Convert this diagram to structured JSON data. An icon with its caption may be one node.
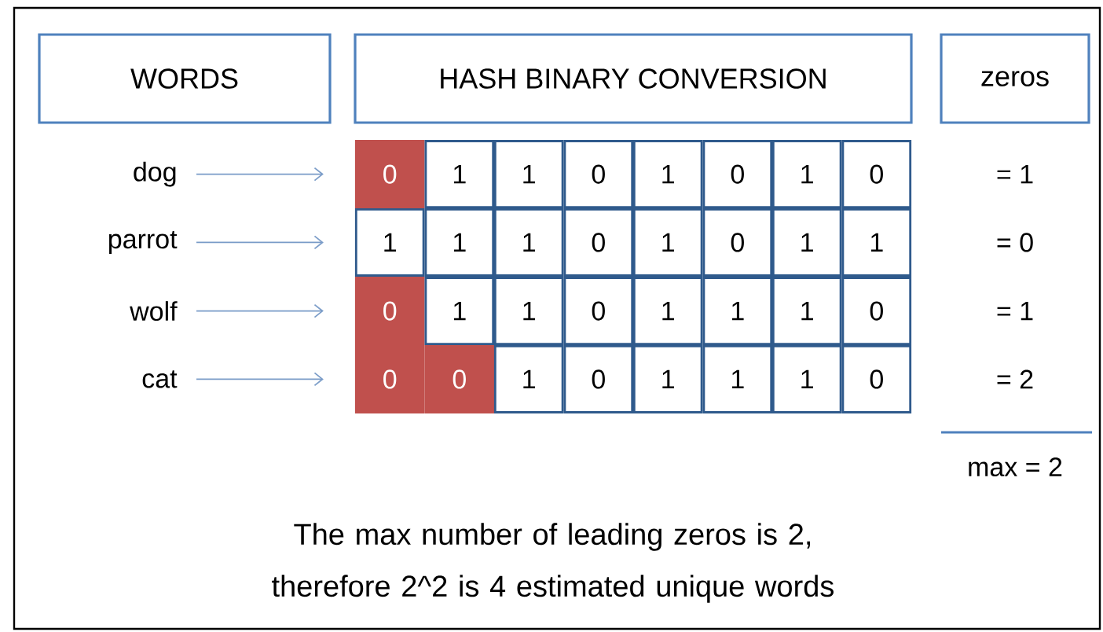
{
  "diagram": {
    "caption": "The max number of leading zeros is 2, therefore 2^2 is 4 estimated unique words",
    "nodes": [
      {
        "text": [
          "WORDS"
        ]
      },
      {
        "text": [
          "HASH BINARY CONVERSION"
        ]
      },
      {
        "text": [
          "zeros"
        ]
      },
      {
        "text": [
          "dog"
        ]
      },
      {
        "text": [
          "0"
        ]
      },
      {
        "text": [
          "1"
        ]
      },
      {
        "text": [
          "1"
        ]
      },
      {
        "text": [
          "0"
        ]
      },
      {
        "text": [
          "1"
        ]
      },
      {
        "text": [
          "0"
        ]
      },
      {
        "text": [
          "1"
        ]
      },
      {
        "text": [
          "0"
        ]
      },
      {
        "text": [
          "parrot"
        ]
      },
      {
        "text": [
          "1"
        ]
      },
      {
        "text": [
          "1"
        ]
      },
      {
        "text": [
          "1"
        ]
      },
      {
        "text": [
          "0"
        ]
      },
      {
        "text": [
          "1"
        ]
      },
      {
        "text": [
          "0"
        ]
      },
      {
        "text": [
          "1"
        ]
      },
      {
        "text": [
          "1"
        ]
      },
      {
        "text": [
          "wolf"
        ]
      },
      {
        "text": [
          "0"
        ]
      },
      {
        "text": [
          "1"
        ]
      },
      {
        "text": [
          "1"
        ]
      },
      {
        "text": [
          "0"
        ]
      },
      {
        "text": [
          "1"
        ]
      },
      {
        "text": [
          "1"
        ]
      },
      {
        "text": [
          "1"
        ]
      },
      {
        "text": [
          "0"
        ]
      },
      {
        "text": [
          "cat"
        ]
      },
      {
        "text": [
          "0"
        ]
      },
      {
        "text": [
          "0"
        ]
      },
      {
        "text": [
          "1"
        ]
      },
      {
        "text": [
          "0"
        ]
      },
      {
        "text": [
          "1"
        ]
      },
      {
        "text": [
          "1"
        ]
      },
      {
        "text": [
          "1"
        ]
      },
      {
        "text": [
          "0"
        ]
      }
    ],
    "edges": [
      {
        "from": 3,
        "to": 4,
        "arrow": "to"
      },
      {
        "from": 12,
        "to": 13,
        "arrow": "to"
      },
      {
        "from": 21,
        "to": 22,
        "arrow": "to"
      },
      {
        "from": 30,
        "to": 31,
        "arrow": "to"
      }
    ],
    "labels": [
      "= 1",
      "= 0",
      "= 1",
      "= 2",
      "max = 2"
    ]
  }
}
